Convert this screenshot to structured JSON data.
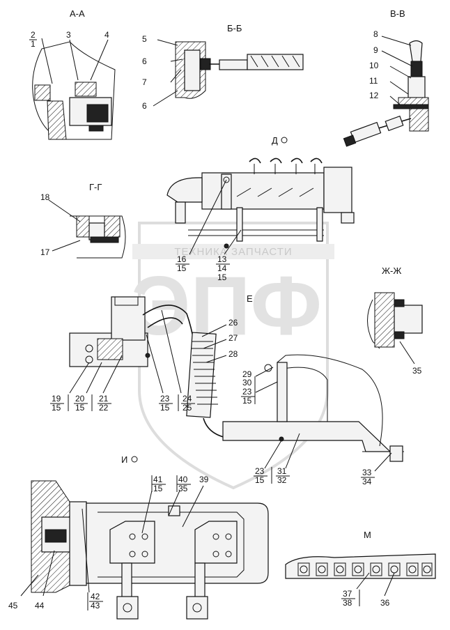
{
  "watermark": {
    "brand_big": "ЭПФ",
    "brand_line": "ТЕХНИКА  ЗАПЧАСТИ"
  },
  "views": {
    "aa": "А-А",
    "bb": "Б-Б",
    "vv": "В-В",
    "d": "Д",
    "gg": "Г-Г",
    "e": "Е",
    "zhzh": "Ж-Ж",
    "i": "И",
    "m": "М"
  },
  "callouts": {
    "c1": "1",
    "c2": "2",
    "c3": "3",
    "c4": "4",
    "c5": "5",
    "c6a": "6",
    "c7": "7",
    "c6b": "6",
    "c8": "8",
    "c9": "9",
    "c10": "10",
    "c11": "11",
    "c12": "12",
    "c18": "18",
    "c17": "17",
    "c16": "16",
    "c15a": "15",
    "c13": "13",
    "c14": "14",
    "c15b": "15",
    "c26": "26",
    "c27": "27",
    "c28": "28",
    "c29": "29",
    "c30": "30",
    "c23a": "23",
    "c15c": "15",
    "c35a": "35",
    "c19": "19",
    "c15d": "15",
    "c20": "20",
    "c15e": "15",
    "c21": "21",
    "c22": "22",
    "c23b": "23",
    "c15f": "15",
    "c24": "24",
    "c25": "25",
    "c23c": "23",
    "c15g": "15",
    "c31": "31",
    "c32": "32",
    "c33": "33",
    "c34": "34",
    "c41": "41",
    "c15h": "15",
    "c40": "40",
    "c35b": "35",
    "c39": "39",
    "c45": "45",
    "c44": "44",
    "c42": "42",
    "c43": "43",
    "c37": "37",
    "c38": "38",
    "c36": "36"
  }
}
